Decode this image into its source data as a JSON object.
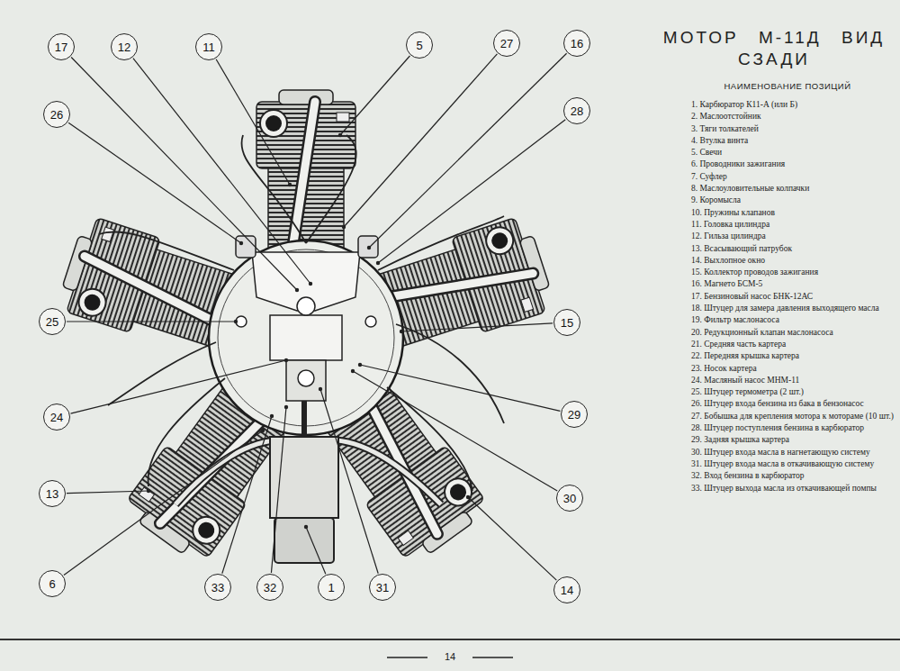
{
  "diagram": {
    "title": "МОТОР М-11Д ВИД СЗАДИ",
    "nodes": [
      {
        "text": [
          "17"
        ]
      },
      {
        "text": [
          "12"
        ]
      },
      {
        "text": [
          "11"
        ]
      },
      {
        "text": [
          "5"
        ]
      },
      {
        "text": [
          "27"
        ]
      },
      {
        "text": [
          "16"
        ]
      },
      {
        "text": [
          "26"
        ]
      },
      {
        "text": [
          "28"
        ]
      },
      {
        "text": [
          "25"
        ]
      },
      {
        "text": [
          "15"
        ]
      },
      {
        "text": [
          "24"
        ]
      },
      {
        "text": [
          "29"
        ]
      },
      {
        "text": [
          "13"
        ]
      },
      {
        "text": [
          "30"
        ]
      },
      {
        "text": [
          "6"
        ]
      },
      {
        "text": [
          "33"
        ]
      },
      {
        "text": [
          "32"
        ]
      },
      {
        "text": [
          "1"
        ]
      },
      {
        "text": [
          "31"
        ]
      },
      {
        "text": [
          "14"
        ]
      }
    ],
    "labels": [
      "НАИМЕНОВАНИЕ ПОЗИЦИЙ",
      "1. Карбюратор К11-А (или Б)",
      "2. Маслоотстойник",
      "3. Тяги толкателей",
      "4. Втулка винта",
      "5. Свечи",
      "6. Проводники зажигания",
      "7. Суфлер",
      "8. Маслоуловительные колпачки",
      "9. Коромысла",
      "10. Пружины клапанов",
      "11. Головка цилиндра",
      "12. Гильза цилиндра",
      "13. Всасывающий патрубок",
      "14. Выхлопное окно",
      "15. Коллектор проводов зажигания",
      "16. Магнето БСМ-5",
      "17. Бензиновый насос БНК-12АС",
      "18. Штуцер для замера давления выходящего масла",
      "19. Фильтр маслонасоса",
      "20. Редукционный клапан маслонасоса",
      "21. Средняя часть картера",
      "22. Передняя крышка картера",
      "23. Носок картера",
      "24. Масляный насос МНМ-11",
      "25. Штуцер термометра (2 шт.)",
      "26. Штуцер входа бензина из бака в бензонасос",
      "27. Бобышка для крепления мотора к мотораме (10 шт.)",
      "28. Штуцер поступления бензина в карбюратор",
      "29. Задняя крышка картера",
      "30. Штуцер входа масла в нагнетающую систему",
      "31. Штуцер входа масла в откачивающую систему",
      "32. Вход бензина в карбюратор",
      "33. Штуцер выхода масла из откачивающей помпы",
      "14"
    ]
  }
}
